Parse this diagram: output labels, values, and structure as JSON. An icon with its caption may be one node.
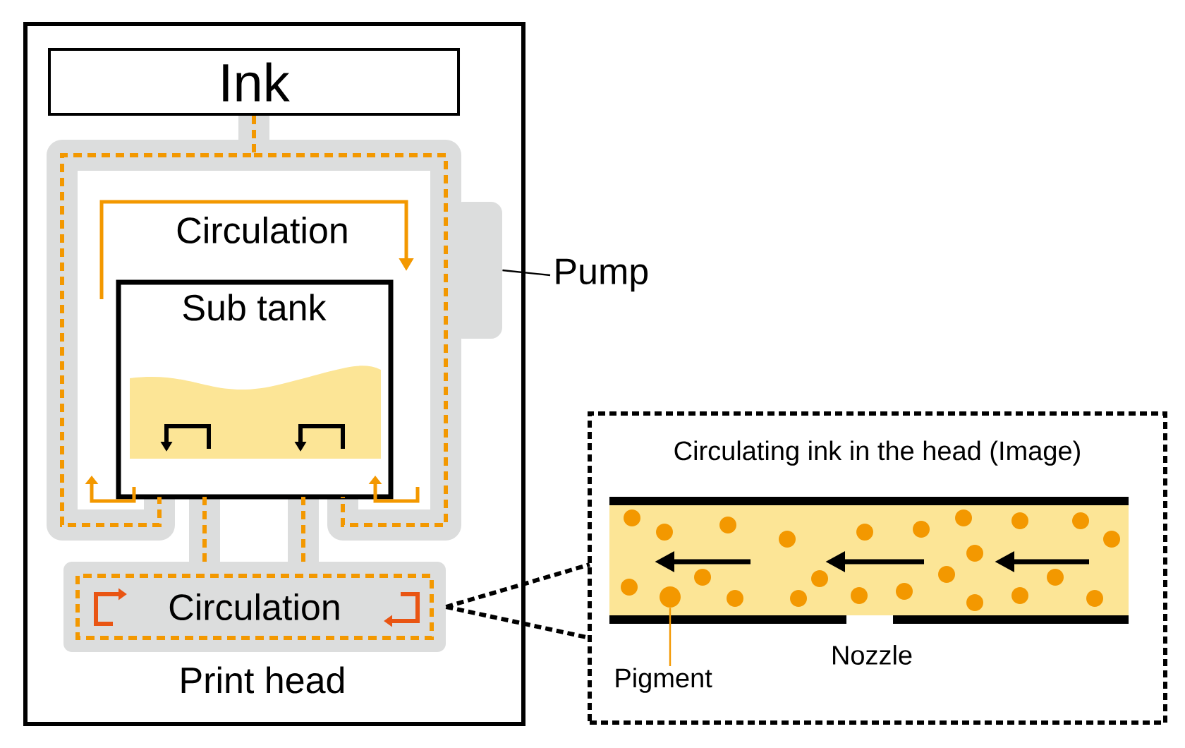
{
  "diagram": {
    "nodes": [
      {
        "text": [],
        "shape": "box"
      },
      {
        "text": [
          "Ink"
        ],
        "in": 0
      },
      {
        "text": [
          "Sub tank"
        ],
        "in": 0
      },
      {
        "text": [],
        "shape": "box",
        "in": 0
      },
      {
        "text": [
          "Pump"
        ]
      },
      {
        "text": [
          "Circulation",
          "Print head"
        ],
        "in": 0
      },
      {
        "text": [
          "Circulating ink in the head (Image)"
        ]
      },
      {
        "text": [],
        "shape": "circle",
        "in": 6
      },
      {
        "text": [
          "Pigment"
        ],
        "in": 6
      }
    ],
    "edges": [
      {
        "from": 1,
        "to": 2,
        "arrow": "none",
        "style": "dashed",
        "color": "#f39800"
      },
      {
        "from": 2,
        "to": 5,
        "arrow": "none",
        "style": "dashed",
        "color": "#f39800"
      },
      {
        "from": 2,
        "to": 5,
        "arrow": "none",
        "style": "dashed",
        "color": "#f39800"
      },
      {
        "from": 4,
        "to": 3,
        "arrow": "none",
        "color": "#000000"
      },
      {
        "from": 8,
        "to": 7,
        "arrow": "none",
        "color": "#f39800"
      },
      {
        "from": 5,
        "to": 6,
        "arrow": "none",
        "style": "dashed",
        "color": "#000000"
      }
    ],
    "labels": [
      "Circulation",
      "Nozzle"
    ]
  }
}
